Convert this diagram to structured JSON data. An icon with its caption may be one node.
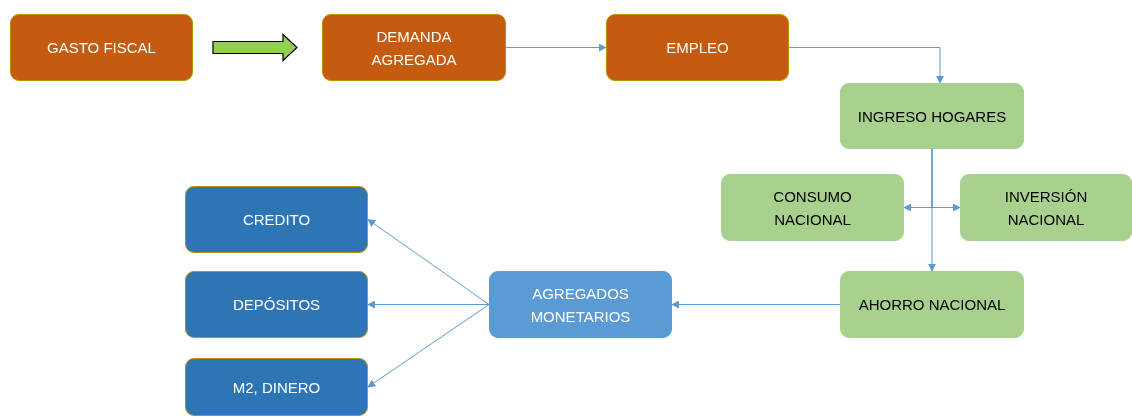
{
  "diagram": {
    "nodes": [
      {
        "text": [
          "GASTO FISCAL"
        ]
      },
      {
        "text": [
          "DEMANDA AGREGADA"
        ]
      },
      {
        "text": [
          "EMPLEO"
        ]
      },
      {
        "text": [
          "INGRESO HOGARES"
        ]
      },
      {
        "text": [
          "CONSUMO NACIONAL"
        ]
      },
      {
        "text": [
          "INVERSIÓN NACIONAL"
        ]
      },
      {
        "text": [
          "AHORRO NACIONAL"
        ]
      },
      {
        "text": [
          "AGREGADOS MONETARIOS"
        ]
      },
      {
        "text": [
          "CREDITO"
        ]
      },
      {
        "text": [
          "DEPÓSITOS"
        ]
      },
      {
        "text": [
          "M2, DINERO"
        ]
      }
    ],
    "edges": [
      {
        "from": 0,
        "to": 1,
        "arrow": "to",
        "style": "thick",
        "color": "#92d050"
      },
      {
        "from": 1,
        "to": 2,
        "arrow": "to"
      },
      {
        "from": 2,
        "to": 3,
        "arrow": "to"
      },
      {
        "from": 3,
        "to": 4,
        "arrow": "to"
      },
      {
        "from": 3,
        "to": 5,
        "arrow": "to"
      },
      {
        "from": 3,
        "to": 6,
        "arrow": "to"
      },
      {
        "from": 6,
        "to": 7,
        "arrow": "to"
      },
      {
        "from": 7,
        "to": 8,
        "arrow": "to"
      },
      {
        "from": 7,
        "to": 9,
        "arrow": "to"
      },
      {
        "from": 7,
        "to": 10,
        "arrow": "to"
      }
    ]
  }
}
